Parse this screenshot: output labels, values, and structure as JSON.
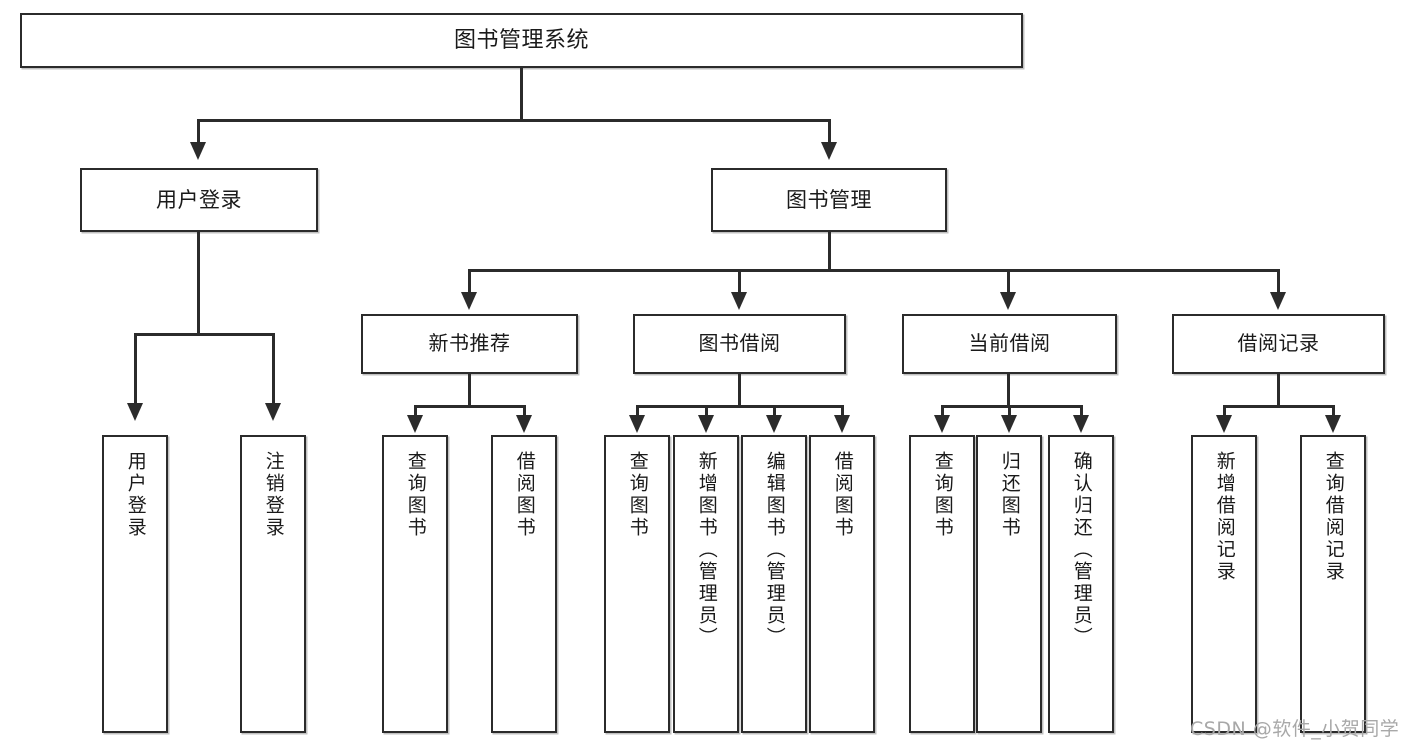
{
  "diagram": {
    "type": "tree-hierarchy",
    "title": "图书管理系统",
    "orientation": "top-down",
    "levels": 4,
    "line_color": "#2b2b2b",
    "background_color": "#ffffff"
  },
  "root": {
    "label": "图书管理系统"
  },
  "level2": [
    {
      "label": "用户登录"
    },
    {
      "label": "图书管理"
    }
  ],
  "level3": [
    {
      "label": "新书推荐"
    },
    {
      "label": "图书借阅"
    },
    {
      "label": "当前借阅"
    },
    {
      "label": "借阅记录"
    }
  ],
  "leaves": {
    "user_login": [
      {
        "label": "用户登录"
      },
      {
        "label": "注销登录"
      }
    ],
    "new_book_recommend": [
      {
        "label": "查询图书"
      },
      {
        "label": "借阅图书"
      }
    ],
    "book_borrow": [
      {
        "label": "查询图书"
      },
      {
        "label": "新增图书（管理员）"
      },
      {
        "label": "编辑图书（管理员）"
      },
      {
        "label": "借阅图书"
      }
    ],
    "current_borrow": [
      {
        "label": "查询图书"
      },
      {
        "label": "归还图书"
      },
      {
        "label": "确认归还（管理员）"
      }
    ],
    "borrow_record": [
      {
        "label": "新增借阅记录"
      },
      {
        "label": "查询借阅记录"
      }
    ]
  },
  "watermark": {
    "text": "CSDN @软件_小贺同学"
  }
}
